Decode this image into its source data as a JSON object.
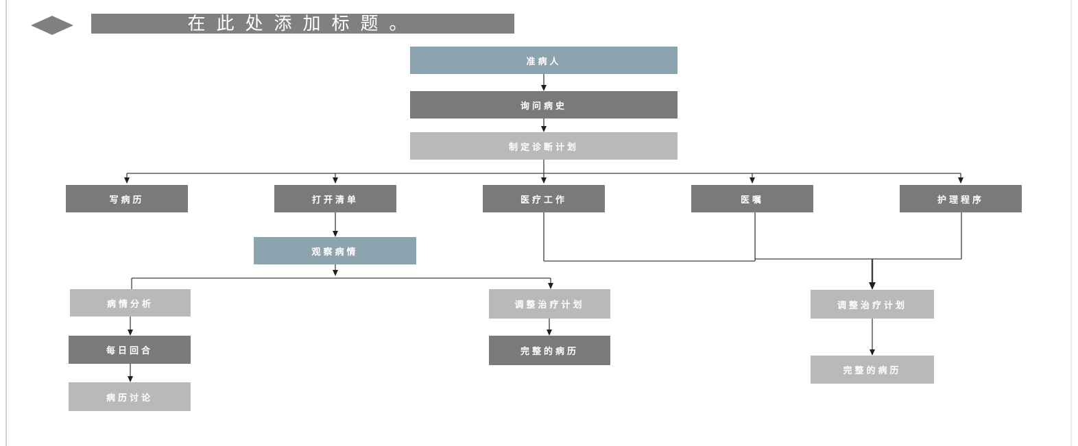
{
  "slide": {
    "title_placeholder": "在此处添加标题。"
  },
  "colors": {
    "node_blue": "#8ca3b0",
    "node_dark_gray": "#7a7a7a",
    "node_light_gray": "#b9b9b9",
    "title_bar_gray": "#808080",
    "connector_line": "#3d3d3d"
  },
  "flowchart": {
    "nodes": [
      {
        "id": "n1",
        "label": "准病人",
        "style": "blue"
      },
      {
        "id": "n2",
        "label": "询问病史",
        "style": "dark"
      },
      {
        "id": "n3",
        "label": "制定诊断计划",
        "style": "light"
      },
      {
        "id": "n4",
        "label": "写病历",
        "style": "dark"
      },
      {
        "id": "n5",
        "label": "打开清单",
        "style": "dark"
      },
      {
        "id": "n6",
        "label": "医疗工作",
        "style": "dark"
      },
      {
        "id": "n7",
        "label": "医嘱",
        "style": "dark"
      },
      {
        "id": "n8",
        "label": "护理程序",
        "style": "dark"
      },
      {
        "id": "n9",
        "label": "观察病情",
        "style": "blue"
      },
      {
        "id": "n10",
        "label": "病情分析",
        "style": "light"
      },
      {
        "id": "n11",
        "label": "每日回合",
        "style": "dark"
      },
      {
        "id": "n12",
        "label": "病历讨论",
        "style": "light"
      },
      {
        "id": "n13",
        "label": "调整治疗计划",
        "style": "light"
      },
      {
        "id": "n14",
        "label": "完整的病历",
        "style": "dark"
      },
      {
        "id": "n15",
        "label": "调整治疗计划",
        "style": "light"
      },
      {
        "id": "n16",
        "label": "完整的病历",
        "style": "light"
      }
    ],
    "edges": [
      {
        "from": "n1",
        "to": "n2"
      },
      {
        "from": "n2",
        "to": "n3"
      },
      {
        "from": "n3",
        "to": "n4"
      },
      {
        "from": "n3",
        "to": "n5"
      },
      {
        "from": "n3",
        "to": "n6"
      },
      {
        "from": "n3",
        "to": "n7"
      },
      {
        "from": "n3",
        "to": "n8"
      },
      {
        "from": "n5",
        "to": "n9"
      },
      {
        "from": "n9",
        "to": "n10"
      },
      {
        "from": "n9",
        "to": "n13"
      },
      {
        "from": "n10",
        "to": "n11"
      },
      {
        "from": "n11",
        "to": "n12"
      },
      {
        "from": "n13",
        "to": "n14"
      },
      {
        "from": "n6",
        "to": "n15"
      },
      {
        "from": "n7",
        "to": "n15"
      },
      {
        "from": "n8",
        "to": "n15"
      },
      {
        "from": "n15",
        "to": "n16"
      }
    ]
  }
}
